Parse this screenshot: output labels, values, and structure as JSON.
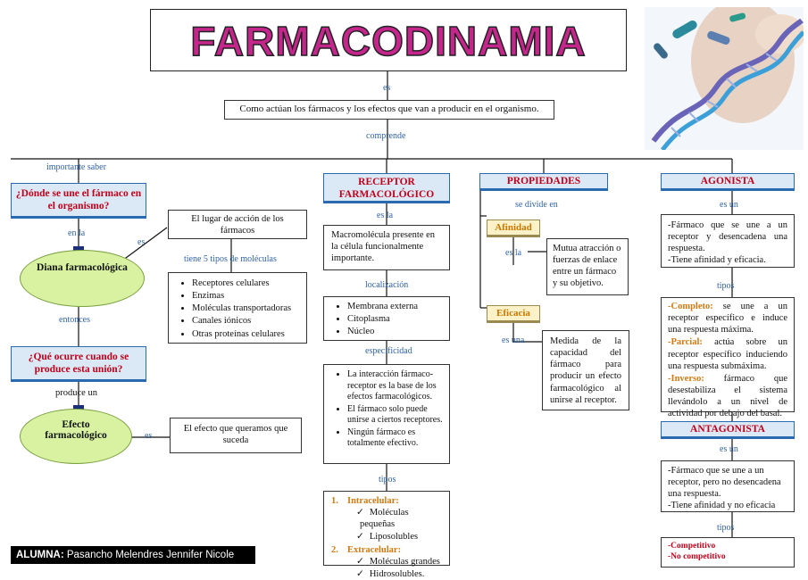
{
  "title": "FARMACODINAMIA",
  "colors": {
    "title": "#c4268c",
    "accent_blue": "#2f62a6",
    "header_red": "#c0001a",
    "ellipse": "#d8f2a2",
    "orange": "#d07a14"
  },
  "links": {
    "es_top": "es",
    "comprende": "comprende",
    "importante_saber": "importante saber",
    "en_la": "en la",
    "es_diana": "es",
    "tiene": "tiene 5 tipos de moléculas",
    "entonces": "entonces",
    "produce_un": "produce un",
    "es_efecto": "es",
    "es_la": "es la",
    "localizacion": "localización",
    "especificidad": "especificidad",
    "tipos_receptor": "tipos",
    "se_divide_en": "se divide en",
    "es_la_afinidad": "es la",
    "es_una": "es una",
    "es_un_agonista": "es un",
    "tipos_agonista": "tipos",
    "es_un_antagonista": "es un",
    "tipos_antagonista": "tipos"
  },
  "definition": "Como actúan los fármacos y los efectos que van a producir en el organismo.",
  "left": {
    "q1": "¿Dónde se une el fármaco en el organismo?",
    "diana": "Diana farmacológica",
    "lugar": "El lugar de acción de los fármacos",
    "moleculas": [
      "Receptores celulares",
      "Enzimas",
      "Moléculas transportadoras",
      "Canales iónicos",
      "Otras proteínas celulares"
    ],
    "q2": "¿Qué ocurre cuando se produce esta unión?",
    "efecto": "Efecto farmacológico",
    "efecto_def": "El efecto que queramos que suceda"
  },
  "receptor": {
    "header": "RECEPTOR FARMACOLÓGICO",
    "def": "Macromolécula presente en la célula funcionalmente importante.",
    "localizacion": [
      "Membrana externa",
      "Citoplasma",
      "Núcleo"
    ],
    "especificidad": [
      "La interacción fármaco-receptor es la base de los efectos farmacológicos.",
      "El fármaco solo puede unirse a ciertos receptores.",
      "Ningún fármaco es totalmente efectivo."
    ],
    "tipos": [
      {
        "num": "1.",
        "name": "Intracelular:",
        "items": [
          "Moléculas pequeñas",
          "Liposolubles"
        ]
      },
      {
        "num": "2.",
        "name": "Extracelular:",
        "items": [
          "Moléculas grandes",
          "Hidrosolubles."
        ]
      }
    ]
  },
  "propiedades": {
    "header": "PROPIEDADES",
    "afinidad": "Afinidad",
    "afinidad_def": "Mutua atracción o fuerzas de enlace entre un fármaco y su objetivo.",
    "eficacia": "Eficacia",
    "eficacia_def": "Medida de la capacidad del fármaco para producir un efecto farmacológico al unirse al receptor."
  },
  "agonista": {
    "header": "AGONISTA",
    "def": "-Fármaco que se une a un receptor y desencadena una respuesta.",
    "def2": "-Tiene afinidad y eficacia.",
    "tipos": [
      {
        "name": "-Completo:",
        "text": "se une a un receptor específico e induce una respuesta máxima."
      },
      {
        "name": "-Parcial:",
        "text": "actúa sobre un receptor específico induciendo una respuesta submáxima."
      },
      {
        "name": "-Inverso:",
        "text": "fármaco que desestabiliza el sistema llevándolo a un nivel de actividad por debajo del basal."
      }
    ]
  },
  "antagonista": {
    "header": "ANTAGONISTA",
    "def": "-Fármaco que se une a un receptor, pero no desencadena una respuesta.",
    "def2": "-Tiene afinidad y no eficacia",
    "tipos": [
      "-Competitivo",
      "-No competitivo"
    ]
  },
  "footer": {
    "label": "ALUMNA:",
    "name": " Pasancho Melendres Jennifer Nicole"
  }
}
